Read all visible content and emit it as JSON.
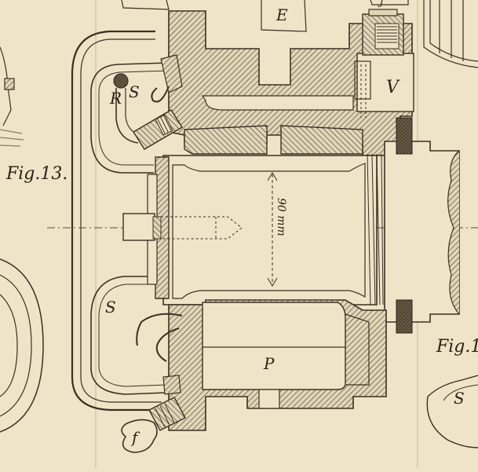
{
  "figure_labels": {
    "fig13": "Fig.13.",
    "fig_right": "Fig.1"
  },
  "part_labels": {
    "E": "E",
    "V": "V",
    "R": "R",
    "S_top": "S",
    "S_left": "S",
    "S_right": "S",
    "P": "P",
    "f": "f",
    "j": "j"
  },
  "dimension": {
    "bore": "90 mm"
  },
  "colors": {
    "paper": "#efe4c7",
    "ink": "#3a3024",
    "hatch": "#5a4e3c",
    "cast": "#d9cdb0"
  }
}
